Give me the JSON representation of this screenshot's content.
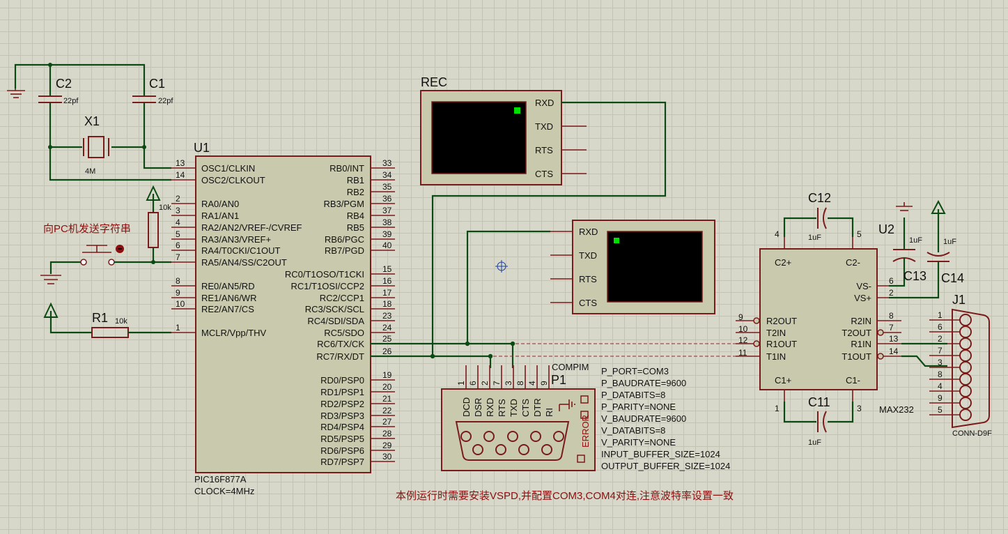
{
  "u1": {
    "ref": "U1",
    "part": "PIC16F877A",
    "clock": "CLOCK=4MHz",
    "left_pins": [
      {
        "num": "13",
        "name": "OSC1/CLKIN"
      },
      {
        "num": "14",
        "name": "OSC2/CLKOUT"
      },
      {
        "num": "2",
        "name": "RA0/AN0"
      },
      {
        "num": "3",
        "name": "RA1/AN1"
      },
      {
        "num": "4",
        "name": "RA2/AN2/VREF-/CVREF"
      },
      {
        "num": "5",
        "name": "RA3/AN3/VREF+"
      },
      {
        "num": "6",
        "name": "RA4/T0CKI/C1OUT"
      },
      {
        "num": "7",
        "name": "RA5/AN4/SS/C2OUT"
      },
      {
        "num": "8",
        "name": "RE0/AN5/RD"
      },
      {
        "num": "9",
        "name": "RE1/AN6/WR"
      },
      {
        "num": "10",
        "name": "RE2/AN7/CS"
      },
      {
        "num": "1",
        "name": "MCLR/Vpp/THV"
      }
    ],
    "right_pins": [
      {
        "num": "33",
        "name": "RB0/INT"
      },
      {
        "num": "34",
        "name": "RB1"
      },
      {
        "num": "35",
        "name": "RB2"
      },
      {
        "num": "36",
        "name": "RB3/PGM"
      },
      {
        "num": "37",
        "name": "RB4"
      },
      {
        "num": "38",
        "name": "RB5"
      },
      {
        "num": "39",
        "name": "RB6/PGC"
      },
      {
        "num": "40",
        "name": "RB7/PGD"
      },
      {
        "num": "15",
        "name": "RC0/T1OSO/T1CKI"
      },
      {
        "num": "16",
        "name": "RC1/T1OSI/CCP2"
      },
      {
        "num": "17",
        "name": "RC2/CCP1"
      },
      {
        "num": "18",
        "name": "RC3/SCK/SCL"
      },
      {
        "num": "23",
        "name": "RC4/SDI/SDA"
      },
      {
        "num": "24",
        "name": "RC5/SDO"
      },
      {
        "num": "25",
        "name": "RC6/TX/CK"
      },
      {
        "num": "26",
        "name": "RC7/RX/DT"
      },
      {
        "num": "19",
        "name": "RD0/PSP0"
      },
      {
        "num": "20",
        "name": "RD1/PSP1"
      },
      {
        "num": "21",
        "name": "RD2/PSP2"
      },
      {
        "num": "22",
        "name": "RD3/PSP3"
      },
      {
        "num": "27",
        "name": "RD4/PSP4"
      },
      {
        "num": "28",
        "name": "RD5/PSP5"
      },
      {
        "num": "29",
        "name": "RD6/PSP6"
      },
      {
        "num": "30",
        "name": "RD7/PSP7"
      }
    ]
  },
  "c2": {
    "ref": "C2",
    "value": "22pf"
  },
  "c1": {
    "ref": "C1",
    "value": "22pf"
  },
  "x1": {
    "ref": "X1",
    "value": "4M"
  },
  "r_pullup": {
    "value": "10k"
  },
  "r1": {
    "ref": "R1",
    "value": "10k"
  },
  "button_label": "向PC机发送字符串",
  "rec": {
    "ref": "REC",
    "pins": [
      "RXD",
      "TXD",
      "RTS",
      "CTS"
    ]
  },
  "term2": {
    "pins": [
      "RXD",
      "TXD",
      "RTS",
      "CTS"
    ]
  },
  "p1": {
    "ref": "P1",
    "part": "COMPIM",
    "error": "ERROR",
    "pins": [
      {
        "num": "1",
        "name": "DCD"
      },
      {
        "num": "6",
        "name": "DSR"
      },
      {
        "num": "2",
        "name": "RXD"
      },
      {
        "num": "7",
        "name": "RTS"
      },
      {
        "num": "3",
        "name": "TXD"
      },
      {
        "num": "8",
        "name": "CTS"
      },
      {
        "num": "4",
        "name": "DTR"
      },
      {
        "num": "9",
        "name": "RI"
      }
    ],
    "props": [
      "P_PORT=COM3",
      "P_BAUDRATE=9600",
      "P_DATABITS=8",
      "P_PARITY=NONE",
      "V_BAUDRATE=9600",
      "V_DATABITS=8",
      "V_PARITY=NONE",
      "INPUT_BUFFER_SIZE=1024",
      "OUTPUT_BUFFER_SIZE=1024"
    ]
  },
  "u2": {
    "ref": "U2",
    "part": "MAX232",
    "top": [
      {
        "num": "4",
        "name": "C2+"
      },
      {
        "num": "5",
        "name": "C2-"
      }
    ],
    "bottom": [
      {
        "num": "1",
        "name": "C1+"
      },
      {
        "num": "3",
        "name": "C1-"
      }
    ],
    "right_top": [
      {
        "num": "6",
        "name": "VS-"
      },
      {
        "num": "2",
        "name": "VS+"
      }
    ],
    "left": [
      {
        "num": "9",
        "name": "R2OUT"
      },
      {
        "num": "10",
        "name": "T2IN"
      },
      {
        "num": "12",
        "name": "R1OUT"
      },
      {
        "num": "11",
        "name": "T1IN"
      }
    ],
    "right": [
      {
        "num": "8",
        "name": "R2IN"
      },
      {
        "num": "7",
        "name": "T2OUT"
      },
      {
        "num": "13",
        "name": "R1IN"
      },
      {
        "num": "14",
        "name": "T1OUT"
      }
    ]
  },
  "c12": {
    "ref": "C12",
    "value": "1uF"
  },
  "c11": {
    "ref": "C11",
    "value": "1uF"
  },
  "c13": {
    "ref": "C13",
    "value": "1uF"
  },
  "c14": {
    "ref": "C14",
    "value": "1uF"
  },
  "j1": {
    "ref": "J1",
    "part": "CONN-D9F",
    "pins": [
      "1",
      "6",
      "2",
      "7",
      "3",
      "8",
      "4",
      "9",
      "5"
    ]
  },
  "footer_note": "本例运行时需要安装VSPD,并配置COM3,COM4对连,注意波特率设置一致",
  "colors": {
    "wire": "#0b4a12",
    "component": "#7a1b1b",
    "body": "#c9c9ad",
    "grid": "#c3c3b4",
    "note": "#8b0f0f",
    "led": "#00e000"
  }
}
